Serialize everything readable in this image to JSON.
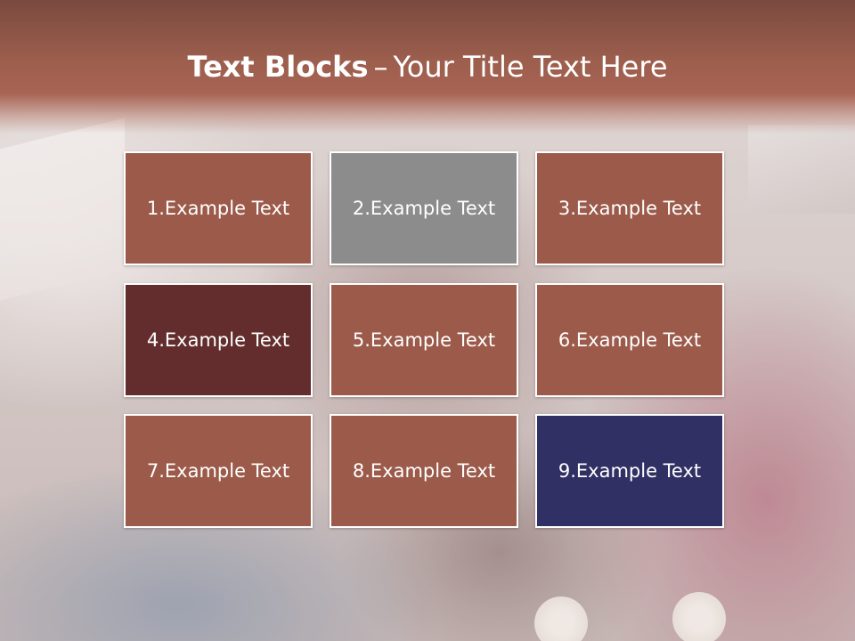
{
  "slide": {
    "title_bold": "Text Blocks",
    "title_separator": "–",
    "title_rest": "Your Title Text Here"
  },
  "blocks": [
    {
      "label": "1.Example Text",
      "color": "#9c5a4a"
    },
    {
      "label": "2.Example Text",
      "color": "#8c8c8c"
    },
    {
      "label": "3.Example Text",
      "color": "#9c5a4a"
    },
    {
      "label": "4.Example Text",
      "color": "#632d2d"
    },
    {
      "label": "5.Example Text",
      "color": "#9c5a4a"
    },
    {
      "label": "6.Example Text",
      "color": "#9c5a4a"
    },
    {
      "label": "7.Example Text",
      "color": "#9c5a4a"
    },
    {
      "label": "8.Example Text",
      "color": "#9c5a4a"
    },
    {
      "label": "9.Example Text",
      "color": "#303064"
    }
  ],
  "colors": {
    "header": "#9c5e4d",
    "block_border": "#ffffff",
    "text": "#ffffff"
  }
}
